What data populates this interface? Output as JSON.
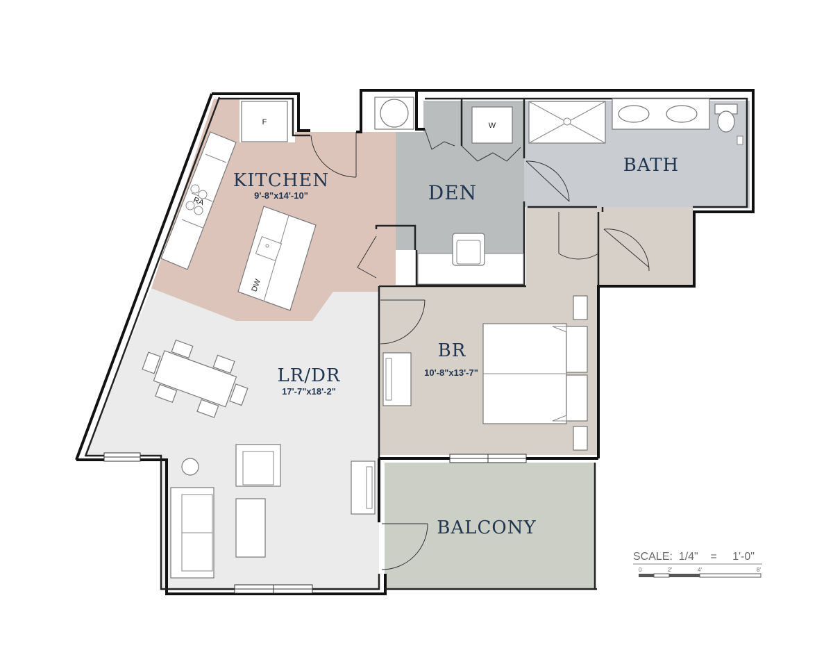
{
  "rooms": {
    "kitchen": {
      "name": "KITCHEN",
      "dims": "9'-8\"x14'-10\""
    },
    "den": {
      "name": "DEN"
    },
    "bath": {
      "name": "BATH"
    },
    "lrdr": {
      "name": "LR/DR",
      "dims": "17'-7\"x18'-2\""
    },
    "br": {
      "name": "BR",
      "dims": "10'-8\"x13'-7\""
    },
    "balcony": {
      "name": "BALCONY"
    }
  },
  "fixtures": {
    "fridge": "F",
    "washer": "W",
    "range": "RA",
    "dishwasher": "DW"
  },
  "scale": {
    "label": "SCALE:  1/4\"    =     1'-0\"",
    "ticks": [
      "0",
      "2'",
      "4'",
      "8'"
    ]
  },
  "colors": {
    "kitchen": "#dcc4ba",
    "den": "#b9bdbe",
    "bath": "#c9cdd2",
    "living": "#ebebeb",
    "bedroom": "#d6d0c8",
    "balcony": "#cbcfc5",
    "wall": "#111111"
  }
}
